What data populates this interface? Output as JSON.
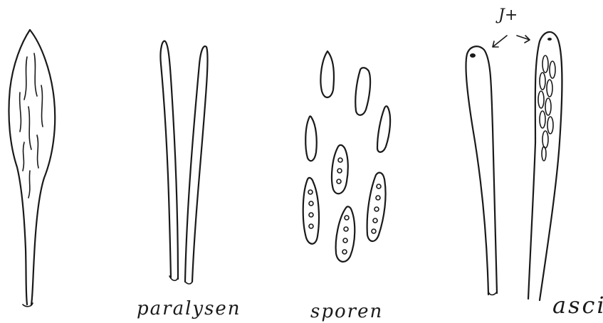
{
  "labels": {
    "paraphyses": "paralysen",
    "spores": "sporen",
    "asci": "asci",
    "reagent_note": "J+"
  }
}
